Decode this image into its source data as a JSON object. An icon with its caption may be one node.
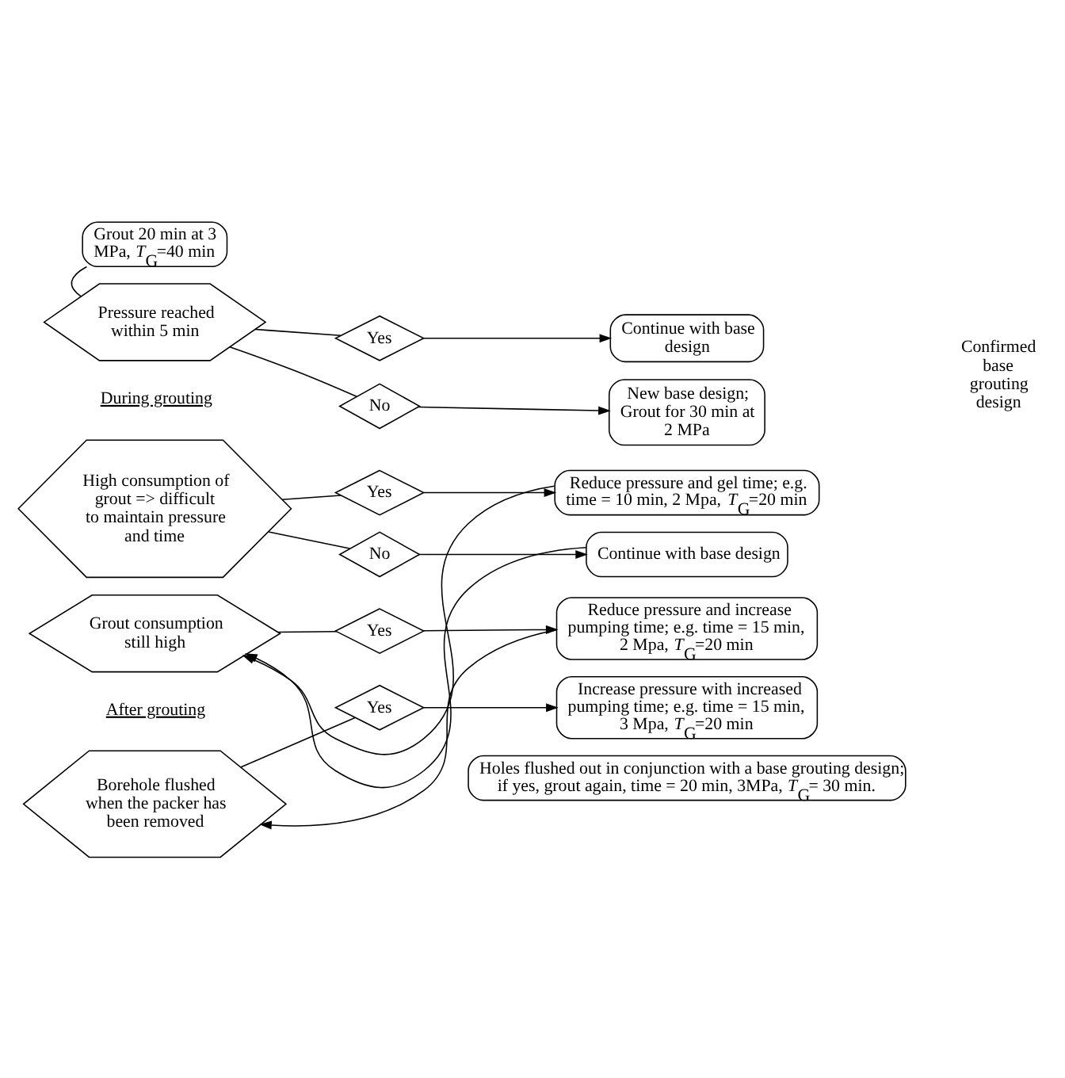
{
  "diagram": {
    "nodes": [
      {
        "text": [
          "Grout 20 min at 3 MPa, *T*$_{G}$=40 min"
        ]
      },
      {
        "text": [
          "Pressure reached within 5 min"
        ]
      },
      {
        "text": [
          "Yes"
        ]
      },
      {
        "text": [
          "No"
        ]
      },
      {
        "text": [
          "Continue with base design"
        ]
      },
      {
        "text": [
          "New base design; Grout for 30 min at 2 MPa"
        ]
      },
      {
        "text": [
          "High consumption of grout => difficult to maintain pressure and time"
        ]
      },
      {
        "text": [
          "Yes"
        ]
      },
      {
        "text": [
          "No"
        ]
      },
      {
        "text": [
          "Reduce pressure and gel time; e.g. time = 10 min, 2 Mpa, *T*$_{G}$=20 min"
        ]
      },
      {
        "text": [
          "Continue with base design"
        ]
      },
      {
        "text": [
          "Grout consumption still high"
        ]
      },
      {
        "text": [
          "Yes"
        ]
      },
      {
        "text": [
          "Reduce pressure and increase pumping time; e.g. time = 15 min, 2 Mpa, *T*$_{G}$=20 min"
        ]
      },
      {
        "text": [
          "Borehole flushed when the packer has been removed"
        ]
      },
      {
        "text": [
          "Yes"
        ]
      },
      {
        "text": [
          "Increase pressure with increased pumping time; e.g. time = 15 min, 3 Mpa, *T*$_{G}$=20 min"
        ]
      },
      {
        "text": [
          "Holes flushed out in conjunction with a base grouting design; if yes, grout again, time = 20 min, 3MPa, *T*$_{G}$= 30 min."
        ]
      }
    ],
    "edges": [
      {
        "from": 0,
        "to": 1,
        "arrow": "none"
      },
      {
        "from": 1,
        "to": 2,
        "arrow": "none"
      },
      {
        "from": 1,
        "to": 3,
        "arrow": "none"
      },
      {
        "from": 2,
        "to": 4,
        "arrow": "to"
      },
      {
        "from": 3,
        "to": 5,
        "arrow": "to"
      },
      {
        "from": 6,
        "to": 7,
        "arrow": "none"
      },
      {
        "from": 6,
        "to": 8,
        "arrow": "none"
      },
      {
        "from": 7,
        "to": 9,
        "arrow": "to"
      },
      {
        "from": 8,
        "to": 10,
        "arrow": "to"
      },
      {
        "from": 9,
        "to": 11,
        "arrow": "to"
      },
      {
        "from": 10,
        "to": 11,
        "arrow": "to"
      },
      {
        "from": 11,
        "to": 12,
        "arrow": "none"
      },
      {
        "from": 12,
        "to": 13,
        "arrow": "to"
      },
      {
        "from": 13,
        "to": 14,
        "arrow": "to"
      },
      {
        "from": 14,
        "to": 15,
        "arrow": "none"
      },
      {
        "from": 15,
        "to": 16,
        "arrow": "to"
      }
    ],
    "labels": [
      "Confirmed base grouting design",
      "During grouting",
      "After grouting"
    ]
  }
}
